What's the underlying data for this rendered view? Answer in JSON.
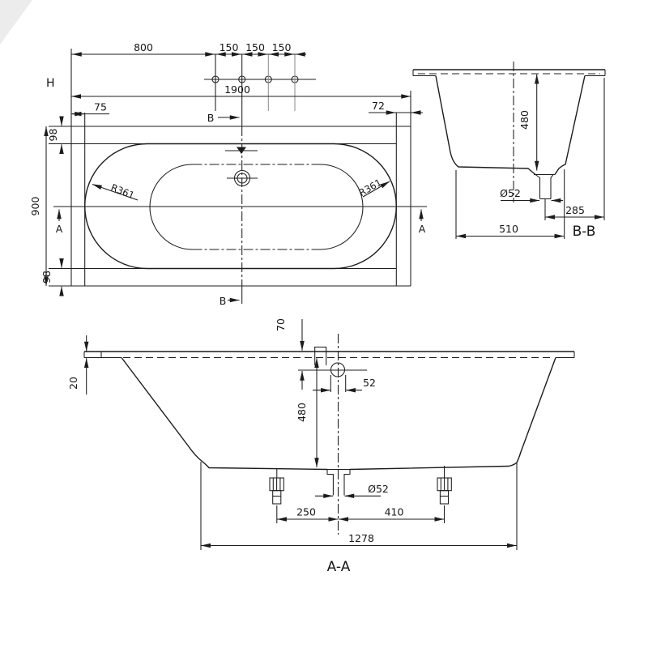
{
  "drawing": {
    "background": "#ffffff",
    "line_color": "#1c1c1c",
    "plan": {
      "h_label": "H",
      "dim_800": "800",
      "dim_150a": "150",
      "dim_150b": "150",
      "dim_150c": "150",
      "dim_1900": "1900",
      "dim_75": "75",
      "dim_72": "72",
      "dim_98_top": "98",
      "dim_98_bottom": "98",
      "dim_900": "900",
      "radius_left": "R361",
      "radius_right": "R361",
      "marker_a_left": "A",
      "marker_a_right": "A",
      "marker_b_top": "B",
      "marker_b_bottom": "B"
    },
    "section_bb": {
      "label": "B-B",
      "dim_480": "480",
      "dim_d52": "Ø52",
      "dim_285": "285",
      "dim_510": "510"
    },
    "section_aa": {
      "label": "A-A",
      "dim_20": "20",
      "dim_70": "70",
      "dim_52": "52",
      "dim_480": "480",
      "dim_d52": "Ø52",
      "dim_250": "250",
      "dim_410": "410",
      "dim_1278": "1278"
    }
  }
}
